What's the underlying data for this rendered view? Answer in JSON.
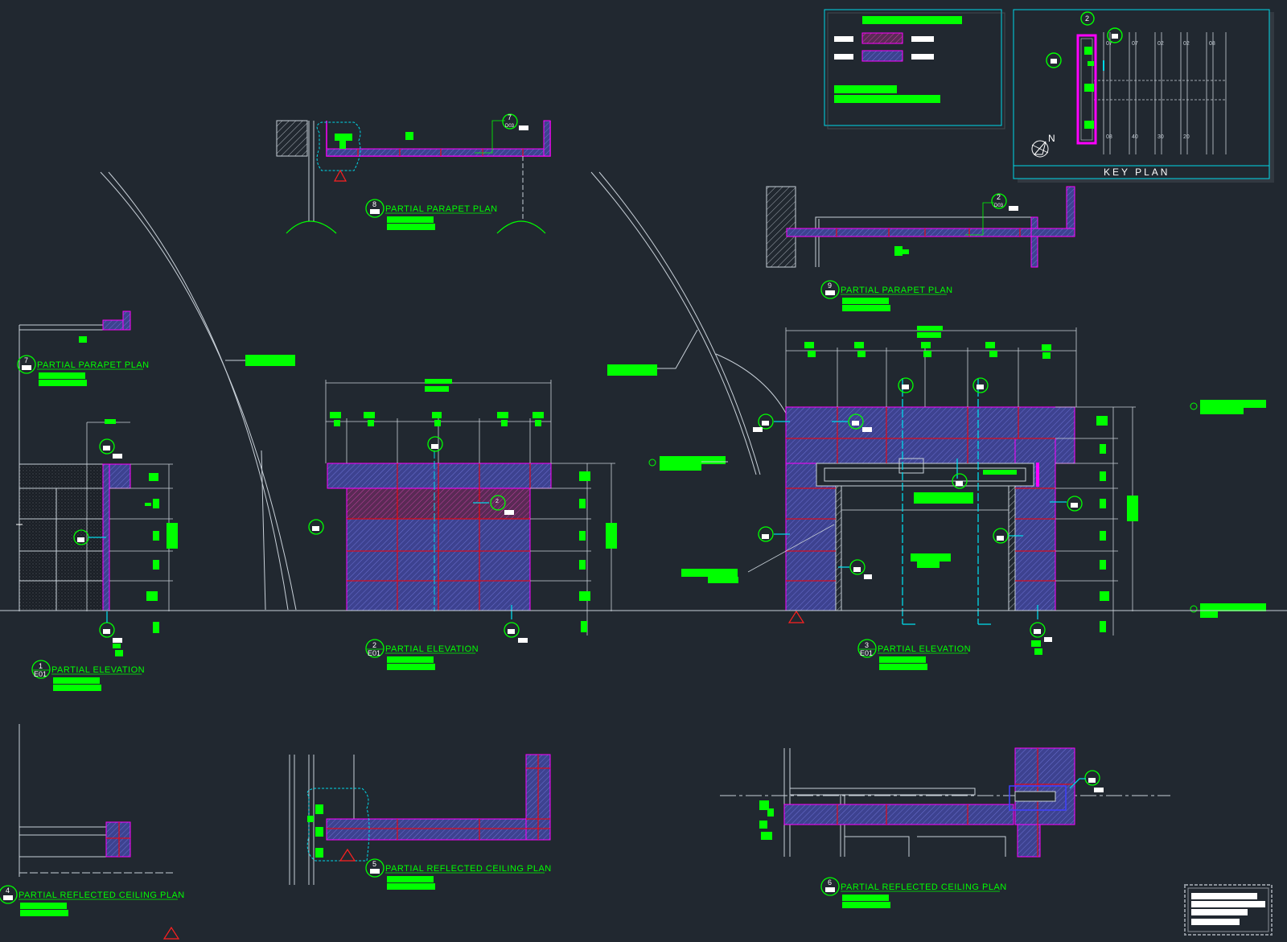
{
  "colors": {
    "background": "#212830",
    "annotation_green": "#00ff00",
    "outline_cyan": "#00d8e8",
    "hatch_blue": "#4a4fb0",
    "hatch_magenta": "#ff00ff",
    "grid_red": "#ff0000",
    "line_white": "#c8d0d8"
  },
  "legend": {},
  "key_plan": {
    "title": "KEY PLAN",
    "north_label": "N",
    "bay_labels": [
      "07",
      "07",
      "02",
      "02",
      "08",
      "08",
      "40",
      "30",
      "20"
    ]
  },
  "details": [
    {
      "id": "d7",
      "number": "7",
      "title": "PARTIAL PARAPET PLAN"
    },
    {
      "id": "d8",
      "number": "8",
      "title": "PARTIAL PARAPET PLAN"
    },
    {
      "id": "d9",
      "number": "9",
      "title": "PARTIAL PARAPET PLAN"
    },
    {
      "id": "d1",
      "number": "1",
      "sheet": "E01",
      "title": "PARTIAL ELEVATION"
    },
    {
      "id": "d2",
      "number": "2",
      "sheet": "E01",
      "title": "PARTIAL ELEVATION"
    },
    {
      "id": "d3",
      "number": "3",
      "sheet": "E01",
      "title": "PARTIAL ELEVATION"
    },
    {
      "id": "d4",
      "number": "4",
      "title": "PARTIAL REFLECTED CEILING PLAN"
    },
    {
      "id": "d5",
      "number": "5",
      "title": "PARTIAL REFLECTED CEILING PLAN"
    },
    {
      "id": "d6",
      "number": "6",
      "title": "PARTIAL REFLECTED CEILING PLAN"
    }
  ],
  "callouts": {
    "c8_tag": "7",
    "c8_sheet": "D03",
    "c9_tag": "2",
    "c9_sheet": "D03"
  },
  "revision_mark": "1"
}
